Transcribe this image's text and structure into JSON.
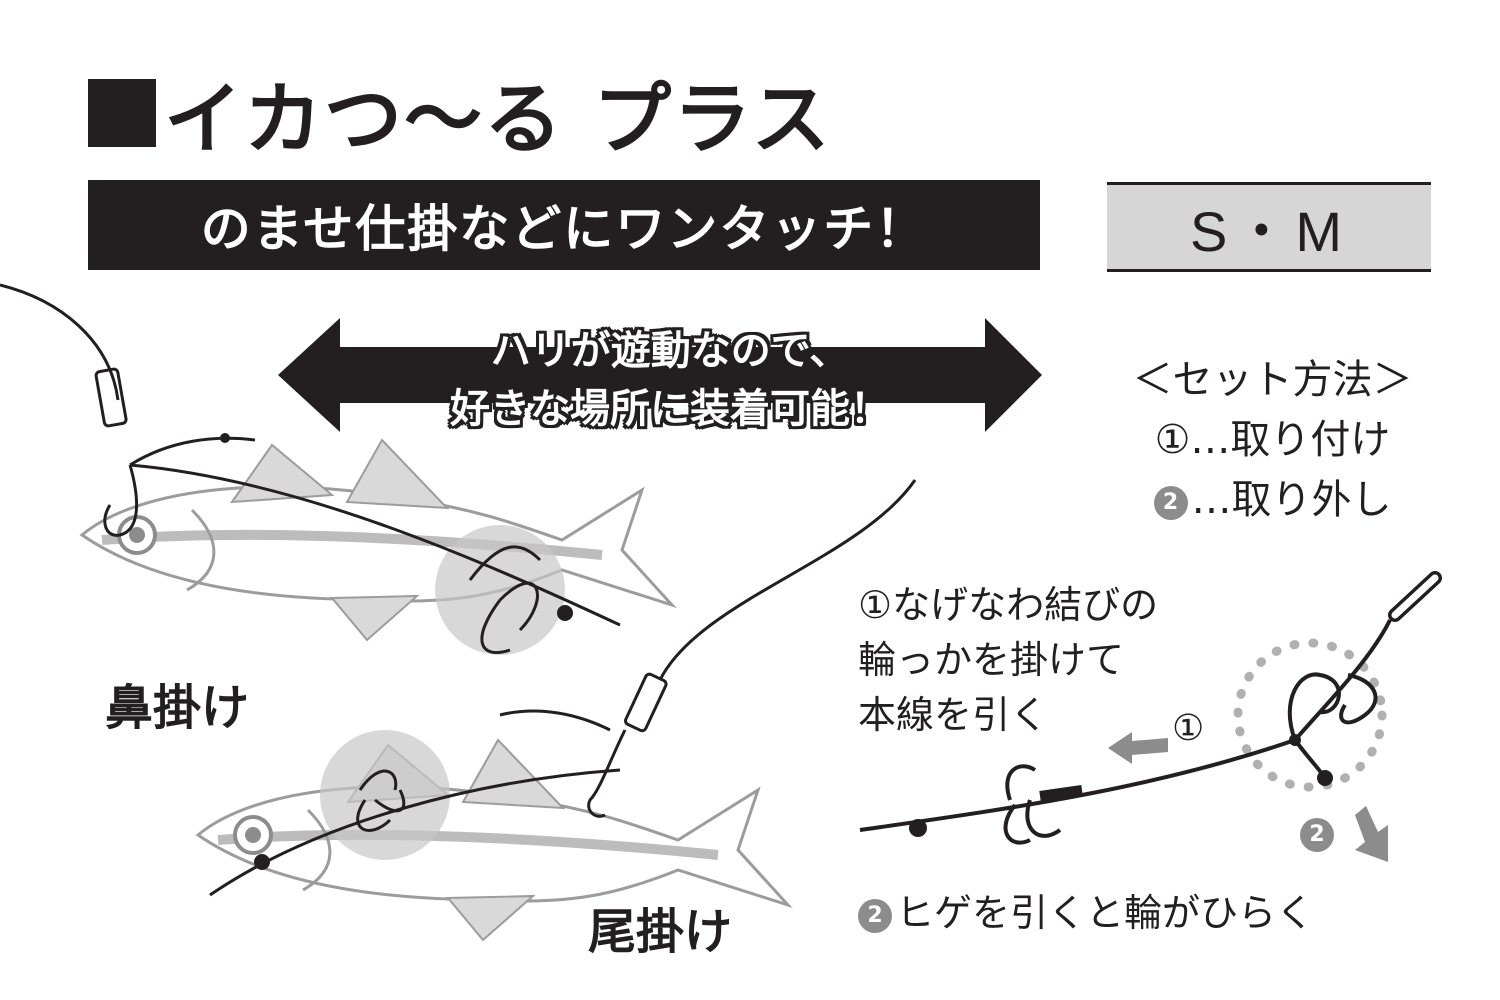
{
  "title": "イカつ〜る プラス",
  "banner": "のませ仕掛などにワンタッチ！",
  "size": "S・M",
  "arrow_callout": {
    "line1": "ハリが遊動なので、",
    "line2": "好きな場所に装着可能！"
  },
  "method": {
    "heading": "＜セット方法＞",
    "attach": "①…取り付け",
    "detach_num": "2",
    "detach": "…取り外し"
  },
  "labels": {
    "nose_hook": "鼻掛け",
    "tail_hook": "尾掛け"
  },
  "instructions": {
    "line1": "①なげなわ結びの",
    "line2": "輪っかを掛けて",
    "line3": "本線を引く"
  },
  "step_markers": {
    "one": "①",
    "two": "2"
  },
  "release_num": "2",
  "release_text": "ヒゲを引くと輪がひらく",
  "colors": {
    "ink": "#231f20",
    "fish_gray": "#b0b0b0",
    "highlight_gray": "#c8c8c8",
    "badge_gray": "#8c8c8c"
  }
}
